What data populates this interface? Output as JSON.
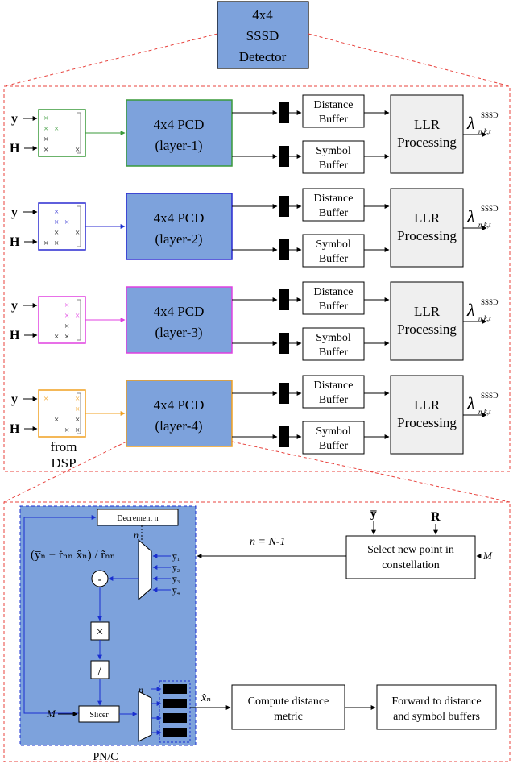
{
  "colors": {
    "pcd_fill": "#7da2dc",
    "box_fill": "#efefef",
    "dashed": "#e8433e",
    "layer1": "#3a9a3a",
    "layer2": "#2a2ad0",
    "layer3": "#e040e0",
    "layer4": "#f0a020",
    "blue_arrow": "#1a2fd0"
  },
  "top": {
    "detector_line1": "4x4",
    "detector_line2": "SSSD",
    "detector_line3": "Detector"
  },
  "inputs": {
    "y": "y",
    "H": "H"
  },
  "layers": [
    {
      "pcd_line1": "4x4 PCD",
      "pcd_line2": "(layer-1)"
    },
    {
      "pcd_line1": "4x4 PCD",
      "pcd_line2": "(layer-2)"
    },
    {
      "pcd_line1": "4x4 PCD",
      "pcd_line2": "(layer-3)"
    },
    {
      "pcd_line1": "4x4 PCD",
      "pcd_line2": "(layer-4)"
    }
  ],
  "buffers": {
    "distance_line1": "Distance",
    "distance_line2": "Buffer",
    "symbol_line1": "Symbol",
    "symbol_line2": "Buffer"
  },
  "llr": {
    "line1": "LLR",
    "line2": "Processing"
  },
  "output": {
    "lambda": "λ",
    "sup": "SSSD",
    "sub": "n,k,t"
  },
  "from_dsp": {
    "line1": "from",
    "line2": "DSP"
  },
  "bottom": {
    "decrement": "Decrement n",
    "equation": "(y̅ₙ − ṙₙₙ x̂ₙ) / r̃ₙₙ",
    "n_label": "n",
    "y_inputs": [
      "y̅₁",
      "y̅₂",
      "y̅₃",
      "y̅₄"
    ],
    "minus": "-",
    "times": "×",
    "divide": "/",
    "slicer": "Slicer",
    "M": "M",
    "pnc": "PN/C",
    "n_eq": "n = N-1",
    "select_line1": "Select new point in",
    "select_line2": "constellation",
    "ybar": "y̅",
    "R": "R",
    "xhat": "x̂ₙ",
    "compute_line1": "Compute distance",
    "compute_line2": "metric",
    "forward_line1": "Forward to distance",
    "forward_line2": "and symbol buffers"
  }
}
